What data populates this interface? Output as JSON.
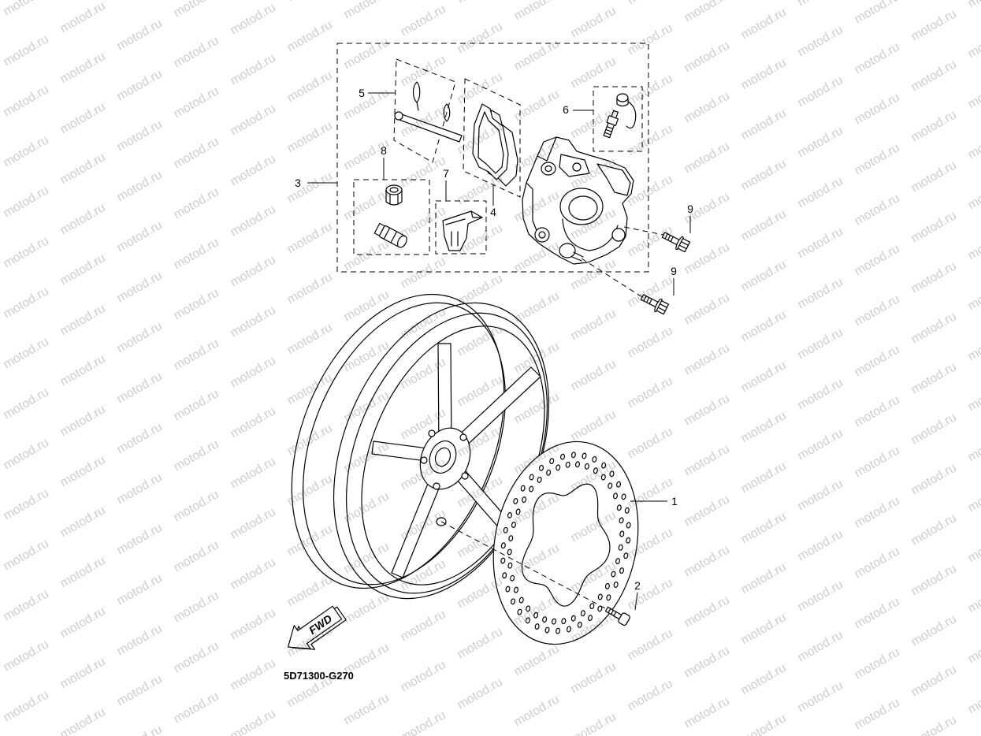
{
  "callouts": [
    "1",
    "2",
    "3",
    "4",
    "5",
    "6",
    "7",
    "8",
    "9",
    "9"
  ],
  "fwd_label": "FWD",
  "drawing_code": "5D71300-G270",
  "watermark": "motod.ru"
}
